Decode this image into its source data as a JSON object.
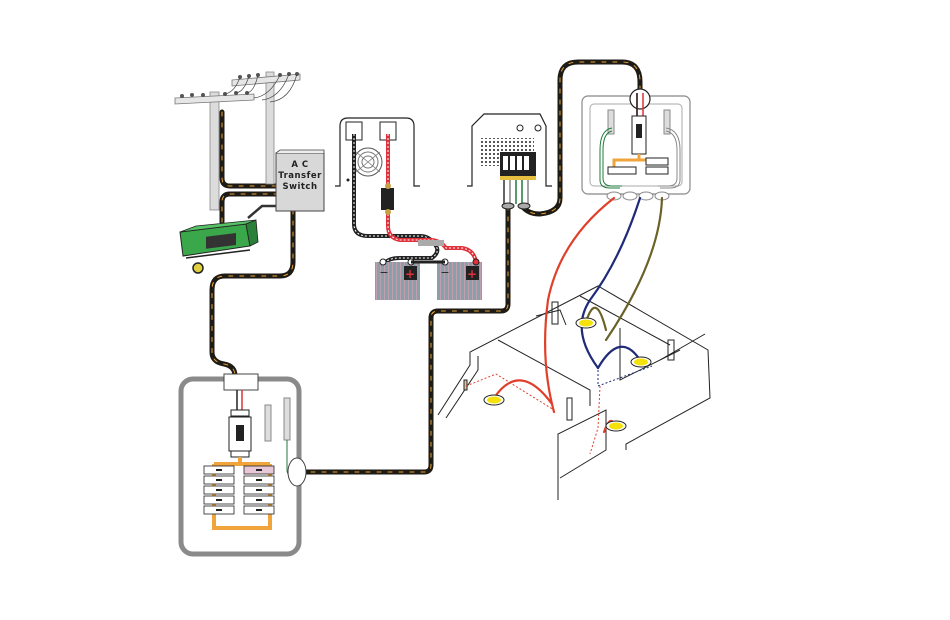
{
  "diagram": {
    "title": "Residential backup power wiring diagram",
    "components": {
      "utility_poles": {
        "name": "Utility Power Poles"
      },
      "generator": {
        "name": "Portable Generator",
        "color": "#3aa84a"
      },
      "transfer_switch": {
        "line1": "A C",
        "line2": "Transfer",
        "line3": "Switch"
      },
      "dc_inverter": {
        "name": "DC Power Inverter"
      },
      "battery_bank": {
        "count": 2,
        "terminal_neg": "−",
        "terminal_pos": "+"
      },
      "inverter_charger": {
        "name": "Inverter / Charger"
      },
      "sub_panel": {
        "name": "Sub Panel",
        "breaker_count": 4
      },
      "main_panel": {
        "name": "Main Breaker Panel",
        "breaker_rows": 5,
        "breaker_columns": 2
      },
      "house_floorplan": {
        "name": "House Circuits",
        "light_fixtures": 4
      }
    },
    "colors": {
      "conduit": "#1e1a14",
      "conduit_stripe": "#e8a43a",
      "hot_red": "#e0402a",
      "neutral_blue": "#1f2a78",
      "olive": "#6a6228",
      "ground_green": "#1d7a3a",
      "bus_orange": "#f0a43c",
      "fixture_yellow": "#f4e20a",
      "panel_gray": "#9a9a9a"
    }
  }
}
